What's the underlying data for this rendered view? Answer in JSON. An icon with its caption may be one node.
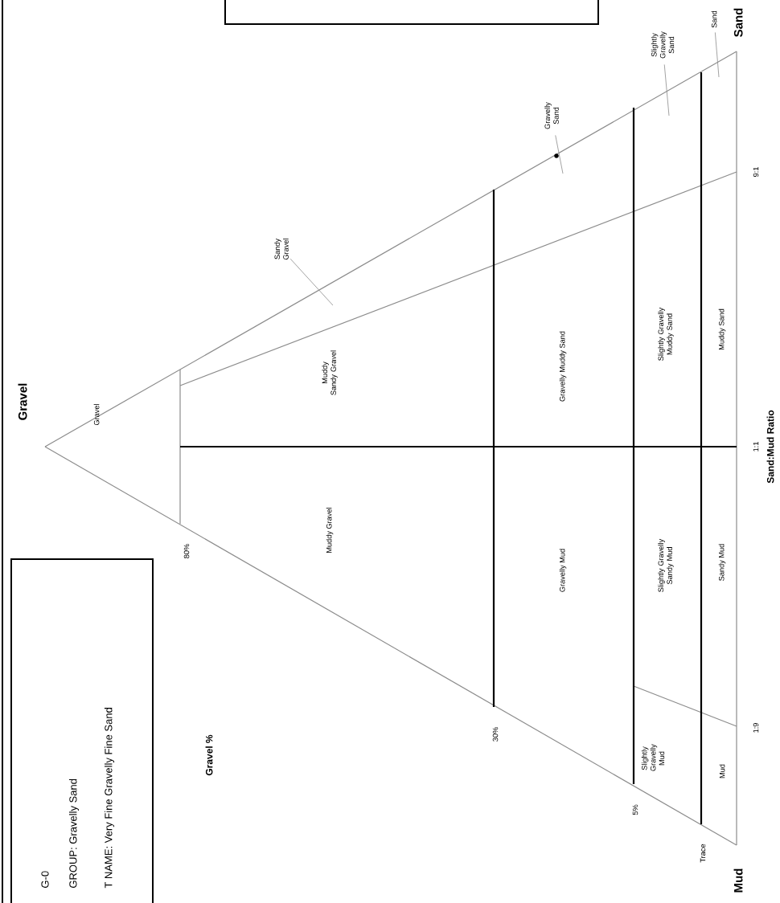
{
  "diagram": {
    "nodes": [
      {
        "text": [
          "G-0",
          "GROUP:  Gravelly Sand",
          "T NAME:  Very Fine Gravelly Fine Sand"
        ]
      },
      {
        "text": [],
        "shape": "box"
      },
      {
        "text": [
          "Sandy Gravel"
        ]
      },
      {
        "text": [
          "Gravelly Sand"
        ]
      },
      {
        "text": [
          "Slightly Gravelly Sand"
        ]
      },
      {
        "text": [
          "Sand"
        ]
      }
    ],
    "edges": [
      {
        "from": 2,
        "to": null,
        "arrow": "none"
      },
      {
        "from": 3,
        "to": null,
        "arrow": "none"
      },
      {
        "from": 4,
        "to": null,
        "arrow": "none"
      },
      {
        "from": 5,
        "to": null,
        "arrow": "none"
      }
    ],
    "labels": [
      "Gravel",
      "Gravel",
      "80%",
      "Muddy Sandy Gravel",
      "Muddy Gravel",
      "Gravel %",
      "Gravelly Muddy Sand",
      "Gravelly Mud",
      "30%",
      "Slightly Gravelly Muddy Sand",
      "Slightly Gravelly Sandy Mud",
      "Slightly Gravelly Mud",
      "5%",
      "Muddy Sand",
      "Sandy Mud",
      "Mud",
      "Trace",
      "Sand",
      "9:1",
      "1:1",
      "1:9",
      "Sand:Mud Ratio",
      "Mud"
    ]
  }
}
